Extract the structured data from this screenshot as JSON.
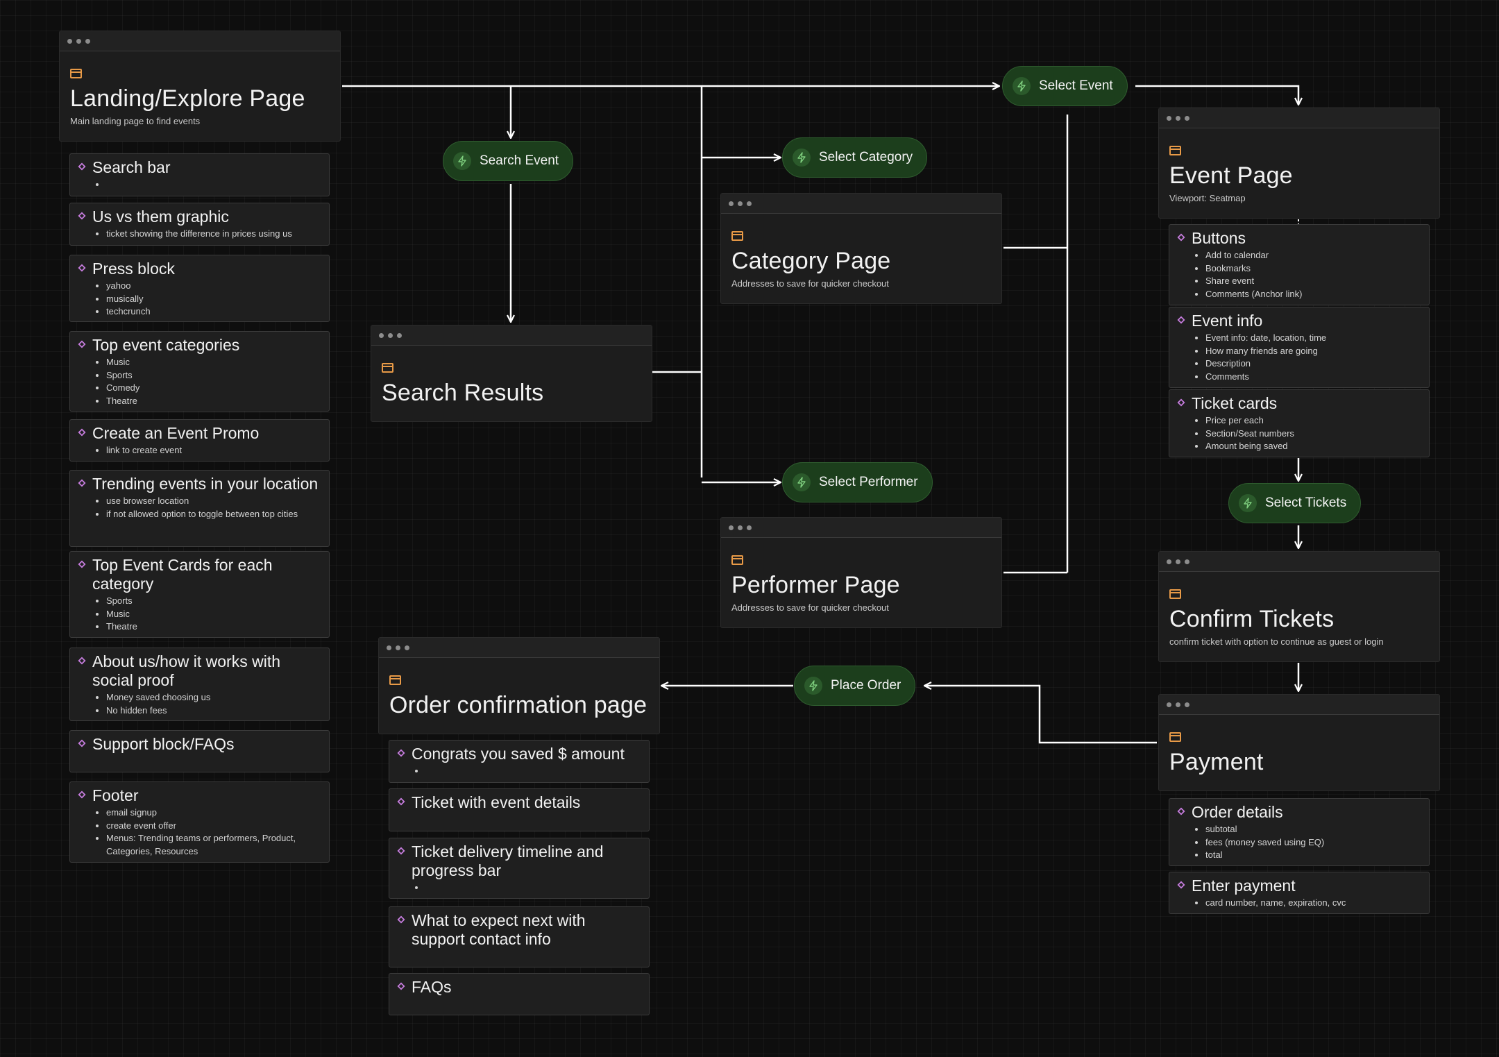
{
  "screens": {
    "landing": {
      "title": "Landing/Explore Page",
      "subtitle": "Main landing page to find events",
      "icon": "browser-window-icon"
    },
    "search_results": {
      "title": "Search Results",
      "icon": "browser-window-icon"
    },
    "category": {
      "title": "Category Page",
      "subtitle": "Addresses to save for quicker checkout",
      "icon": "browser-window-icon"
    },
    "performer": {
      "title": "Performer Page",
      "subtitle": "Addresses to save for quicker checkout",
      "icon": "browser-window-icon"
    },
    "event": {
      "title": "Event Page",
      "subtitle": "Viewport: Seatmap",
      "icon": "browser-window-icon"
    },
    "confirm": {
      "title": "Confirm Tickets",
      "subtitle": "confirm ticket with option to continue as guest or login",
      "icon": "browser-window-icon"
    },
    "payment": {
      "title": "Payment",
      "icon": "browser-window-icon"
    },
    "order": {
      "title": "Order confirmation page",
      "icon": "browser-window-icon"
    }
  },
  "actions": {
    "search_event": "Search Event",
    "select_category": "Select Category",
    "select_performer": "Select Performer",
    "select_event": "Select Event",
    "select_tickets": "Select Tickets",
    "place_order": "Place Order",
    "icon": "lightning-bolt-icon"
  },
  "landing_components": [
    {
      "title": "Search bar",
      "items": [
        ""
      ]
    },
    {
      "title": "Us vs them graphic",
      "items": [
        "ticket showing the difference in prices using us"
      ]
    },
    {
      "title": "Press block",
      "items": [
        "yahoo",
        "musically",
        "techcrunch"
      ]
    },
    {
      "title": "Top event categories",
      "items": [
        "Music",
        "Sports",
        "Comedy",
        "Theatre"
      ]
    },
    {
      "title": "Create an Event Promo",
      "items": [
        "link to create event"
      ]
    },
    {
      "title": "Trending events in your location",
      "items": [
        "use browser location",
        "if not allowed option to toggle between top cities"
      ]
    },
    {
      "title": "Top Event Cards for each category",
      "items": [
        "Sports",
        "Music",
        "Theatre"
      ]
    },
    {
      "title": "About us/how it works with social proof",
      "items": [
        "Money saved choosing us",
        "No hidden fees"
      ]
    },
    {
      "title": "Support block/FAQs",
      "items": []
    },
    {
      "title": "Footer",
      "items": [
        "email signup",
        "create event offer",
        "Menus: Trending teams or performers, Product, Categories, Resources"
      ]
    }
  ],
  "event_components": [
    {
      "title": "Buttons",
      "items": [
        "Add to calendar",
        "Bookmarks",
        "Share event",
        "Comments (Anchor link)"
      ]
    },
    {
      "title": "Event info",
      "items": [
        "Event info: date, location, time",
        "How many friends are going",
        "Description",
        "Comments"
      ]
    },
    {
      "title": "Ticket cards",
      "items": [
        "Price per each",
        "Section/Seat numbers",
        "Amount being saved"
      ]
    }
  ],
  "payment_components": [
    {
      "title": "Order details",
      "items": [
        "subtotal",
        "fees (money saved using EQ)",
        "total"
      ]
    },
    {
      "title": "Enter payment",
      "items": [
        "card number, name, expiration, cvc"
      ]
    }
  ],
  "order_components": [
    {
      "title": "Congrats you saved $ amount",
      "items": [
        ""
      ]
    },
    {
      "title": "Ticket with event details",
      "items": []
    },
    {
      "title": "Ticket delivery timeline and progress bar",
      "items": [
        ""
      ]
    },
    {
      "title": "What to expect next with support contact info",
      "items": []
    },
    {
      "title": "FAQs",
      "items": []
    }
  ],
  "colors": {
    "background": "#0e0e0e",
    "window": "#1d1d1d",
    "card": "#1f1f1f",
    "action_pill": "#1c3e1c",
    "window_icon": "#e89a47",
    "component_icon": "#c77ddf",
    "action_icon": "#7fd07f",
    "connector": "#ffffff"
  }
}
